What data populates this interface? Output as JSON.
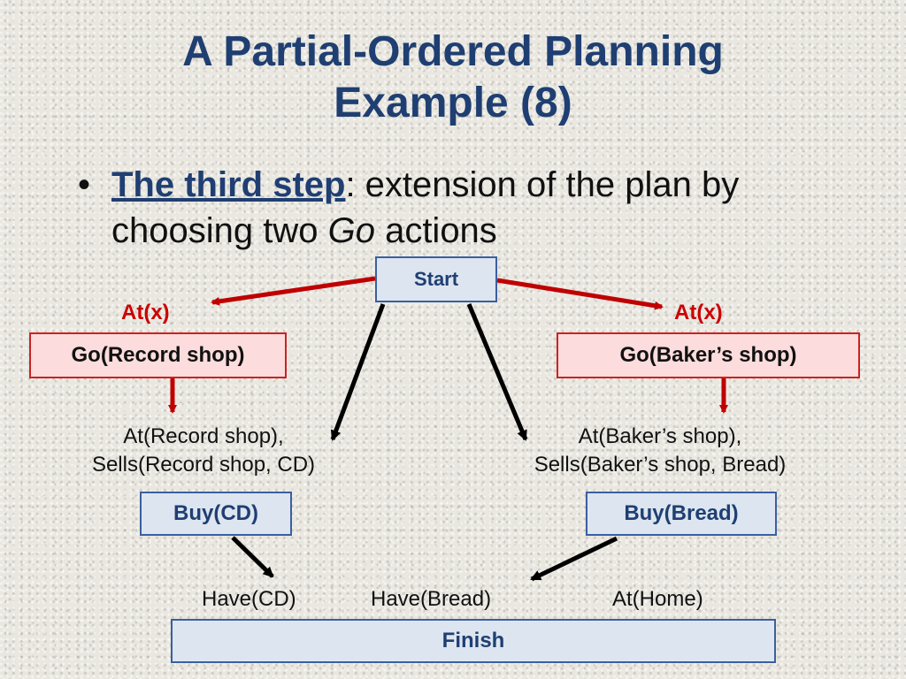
{
  "slide": {
    "title_line1": "A Partial-Ordered Planning",
    "title_line2": "Example (8)",
    "bullet_lead": "The third step",
    "bullet_rest": ": extension of the plan by",
    "bullet_line2_pre": "choosing two ",
    "bullet_italic": "Go",
    "bullet_line2_post": " actions"
  },
  "diagram": {
    "start": "Start",
    "finish": "Finish",
    "left_precond": "At(x)",
    "right_precond": "At(x)",
    "go_left": "Go(Record shop)",
    "go_right": "Go(Baker’s shop)",
    "left_effects_1": "At(Record shop),",
    "left_effects_2": "Sells(Record shop, CD)",
    "right_effects_1": "At(Baker’s shop),",
    "right_effects_2": "Sells(Baker’s shop, Bread)",
    "buy_left": "Buy(CD)",
    "buy_right": "Buy(Bread)",
    "goal_1": "Have(CD)",
    "goal_2": "Have(Bread)",
    "goal_3": "At(Home)"
  },
  "colors": {
    "title": "#1f3f72",
    "red_arrow": "#c00000",
    "black_arrow": "#000000",
    "blue_box_fill": "#dde5f0",
    "pink_box_fill": "#fcdcdc"
  }
}
